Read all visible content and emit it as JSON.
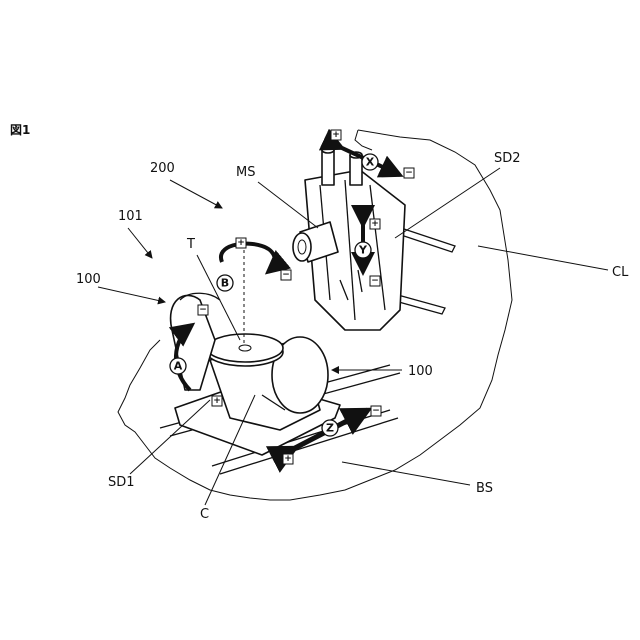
{
  "figure": {
    "title": "図1",
    "labels": {
      "l200": "200",
      "l101": "101",
      "l100a": "100",
      "l100b": "100",
      "T": "T",
      "MS": "MS",
      "SD2": "SD2",
      "CL": "CL",
      "SD1": "SD1",
      "C": "C",
      "BS": "BS"
    },
    "axes": {
      "X": "X",
      "Y": "Y",
      "Z": "Z",
      "A": "A",
      "B": "B"
    },
    "signs": {
      "plus": "+",
      "minus": "−"
    }
  }
}
